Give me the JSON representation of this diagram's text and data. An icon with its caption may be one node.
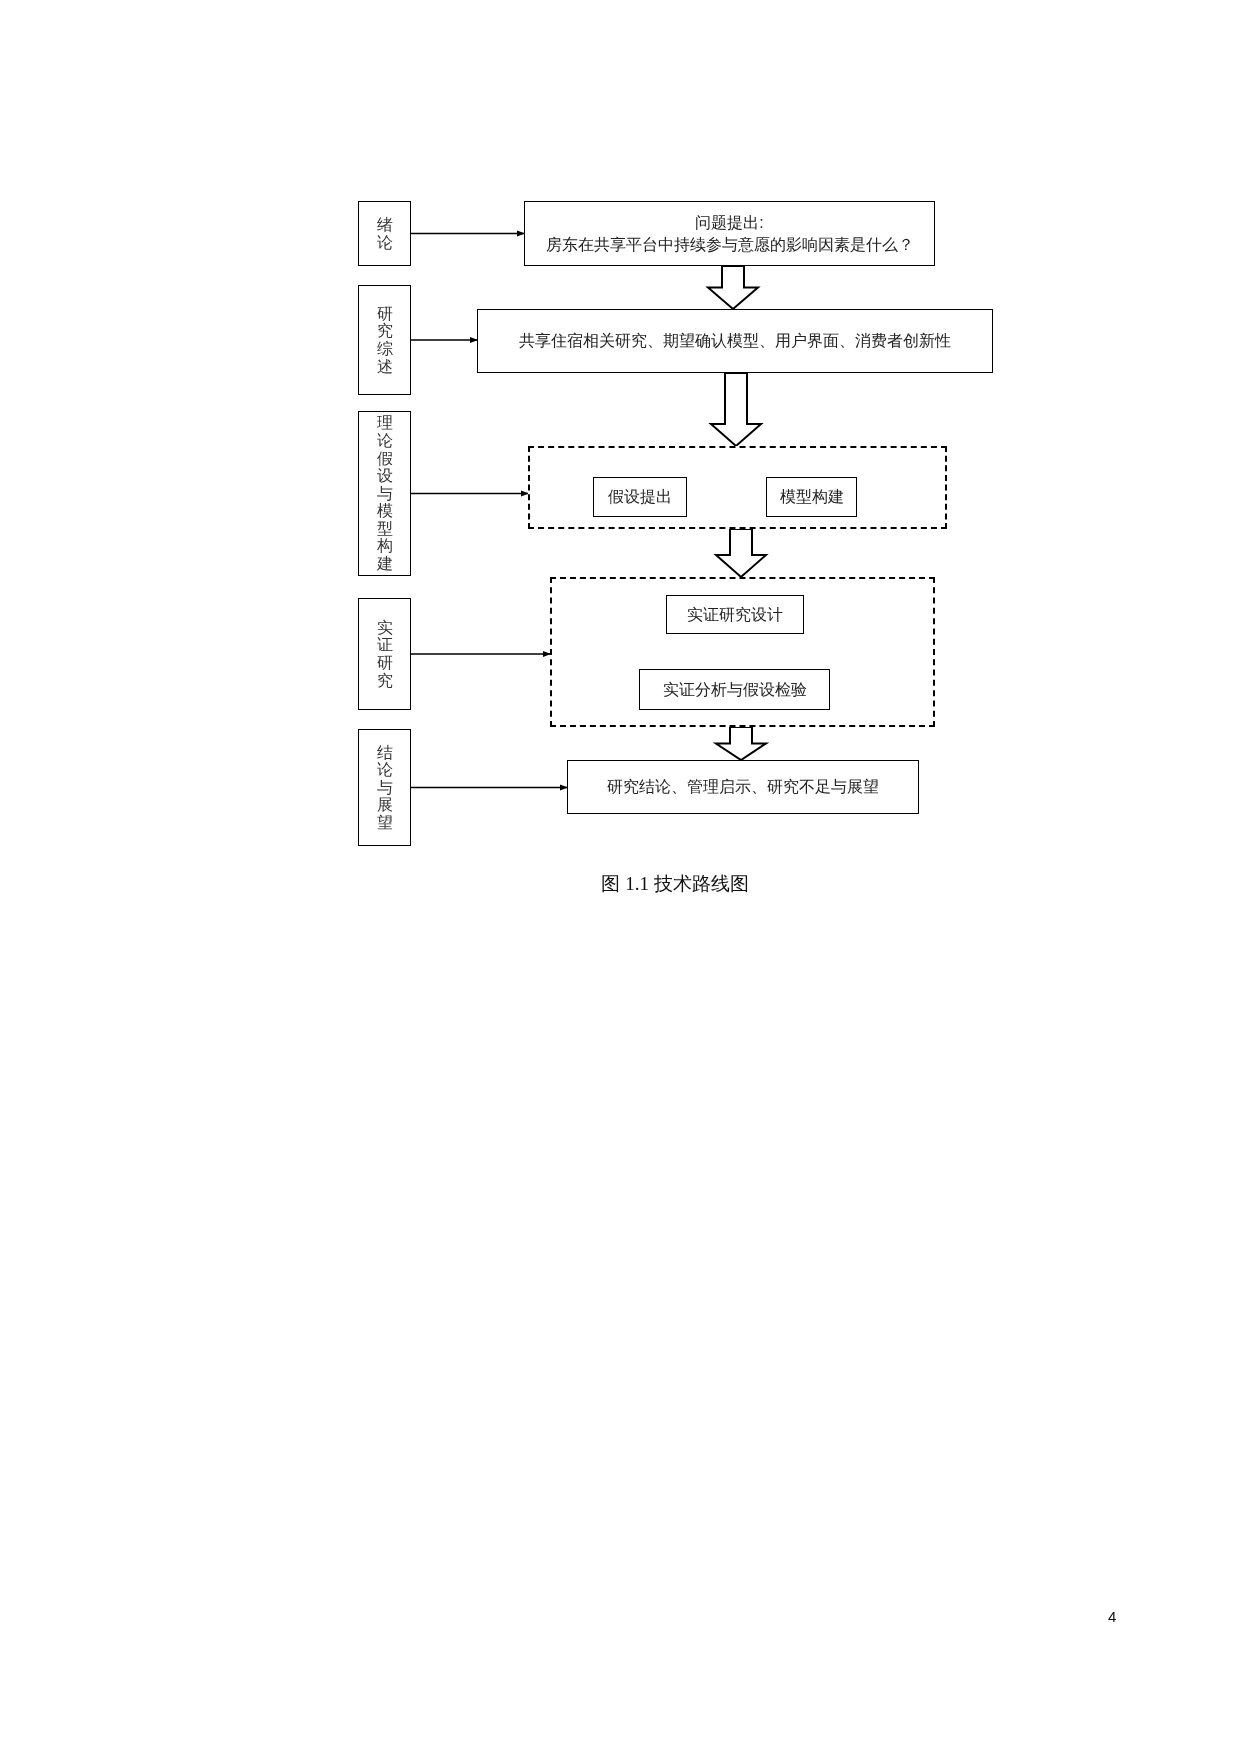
{
  "diagram": {
    "caption": "图 1.1 技术路线图",
    "nodes": [
      {
        "text": [
          "绪论"
        ]
      },
      {
        "text": [
          "问题提出:",
          "房东在共享平台中持续参与意愿的影响因素是什么？"
        ]
      },
      {
        "text": [
          "研究综述"
        ]
      },
      {
        "text": [
          "共享住宿相关研究、期望确认模型、用户界面、消费者创新性"
        ]
      },
      {
        "text": [
          "理论假设与模型构建"
        ]
      },
      {
        "text": [],
        "shape": "box"
      },
      {
        "text": [
          "假设提出"
        ],
        "in": 5
      },
      {
        "text": [
          "模型构建"
        ],
        "in": 5
      },
      {
        "text": [
          "实证研究"
        ]
      },
      {
        "text": [],
        "shape": "box"
      },
      {
        "text": [
          "实证研究设计"
        ],
        "in": 9
      },
      {
        "text": [
          "实证分析与假设检验"
        ],
        "in": 9
      },
      {
        "text": [
          "结论与展望"
        ]
      },
      {
        "text": [
          "研究结论、管理启示、研究不足与展望"
        ]
      }
    ],
    "edges": [
      {
        "from": 0,
        "to": 1,
        "arrow": "to"
      },
      {
        "from": 1,
        "to": 3,
        "arrow": "to",
        "style": "thick"
      },
      {
        "from": 2,
        "to": 3,
        "arrow": "to"
      },
      {
        "from": 3,
        "to": 5,
        "arrow": "to",
        "style": "thick"
      },
      {
        "from": 4,
        "to": 5,
        "arrow": "to"
      },
      {
        "from": 5,
        "to": 9,
        "arrow": "to",
        "style": "thick"
      },
      {
        "from": 8,
        "to": 9,
        "arrow": "to"
      },
      {
        "from": 9,
        "to": 13,
        "arrow": "to",
        "style": "thick"
      },
      {
        "from": 12,
        "to": 13,
        "arrow": "to"
      }
    ],
    "labels": [
      "4"
    ]
  }
}
